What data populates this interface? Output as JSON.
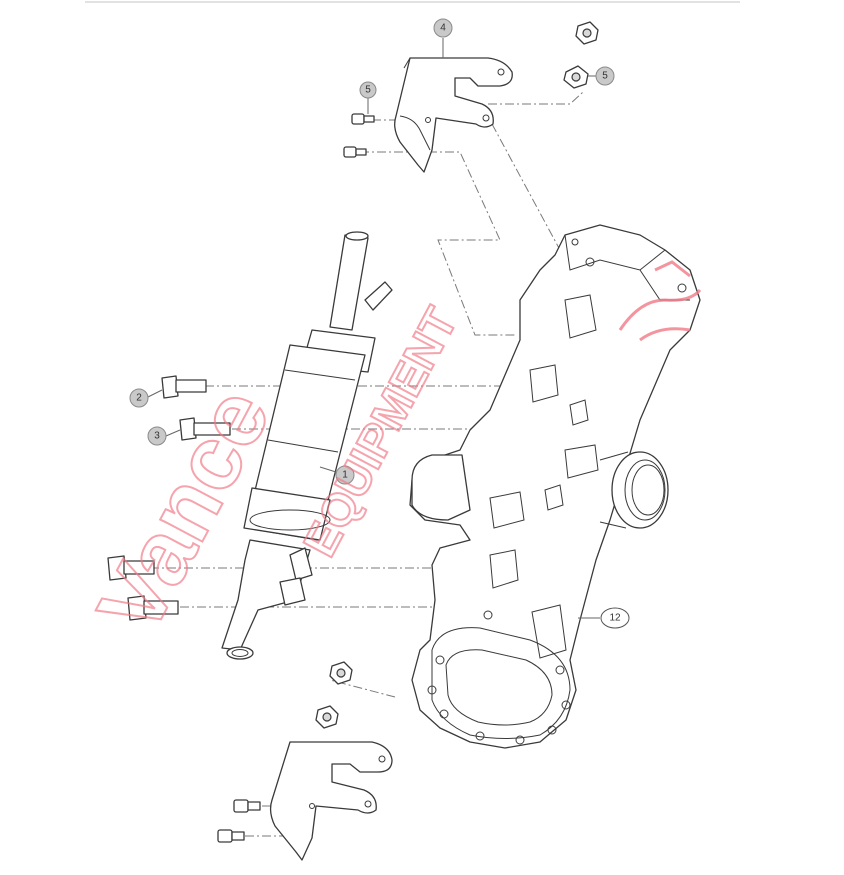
{
  "diagram": {
    "callouts": [
      {
        "id": "c4-top",
        "label": "4"
      },
      {
        "id": "c5-left",
        "label": "5"
      },
      {
        "id": "c5-right",
        "label": "5"
      },
      {
        "id": "c2",
        "label": "2"
      },
      {
        "id": "c3",
        "label": "3"
      },
      {
        "id": "c1",
        "label": "1"
      },
      {
        "id": "c12",
        "label": "12"
      }
    ],
    "watermark": {
      "brand": "Vance",
      "word": "EQUIPMENT",
      "mark_primary_color": "#f07a86"
    },
    "colors": {
      "line": "#3a3a3a",
      "leader": "#7a7a7a",
      "callout_fill": "#c9c9c9"
    }
  }
}
